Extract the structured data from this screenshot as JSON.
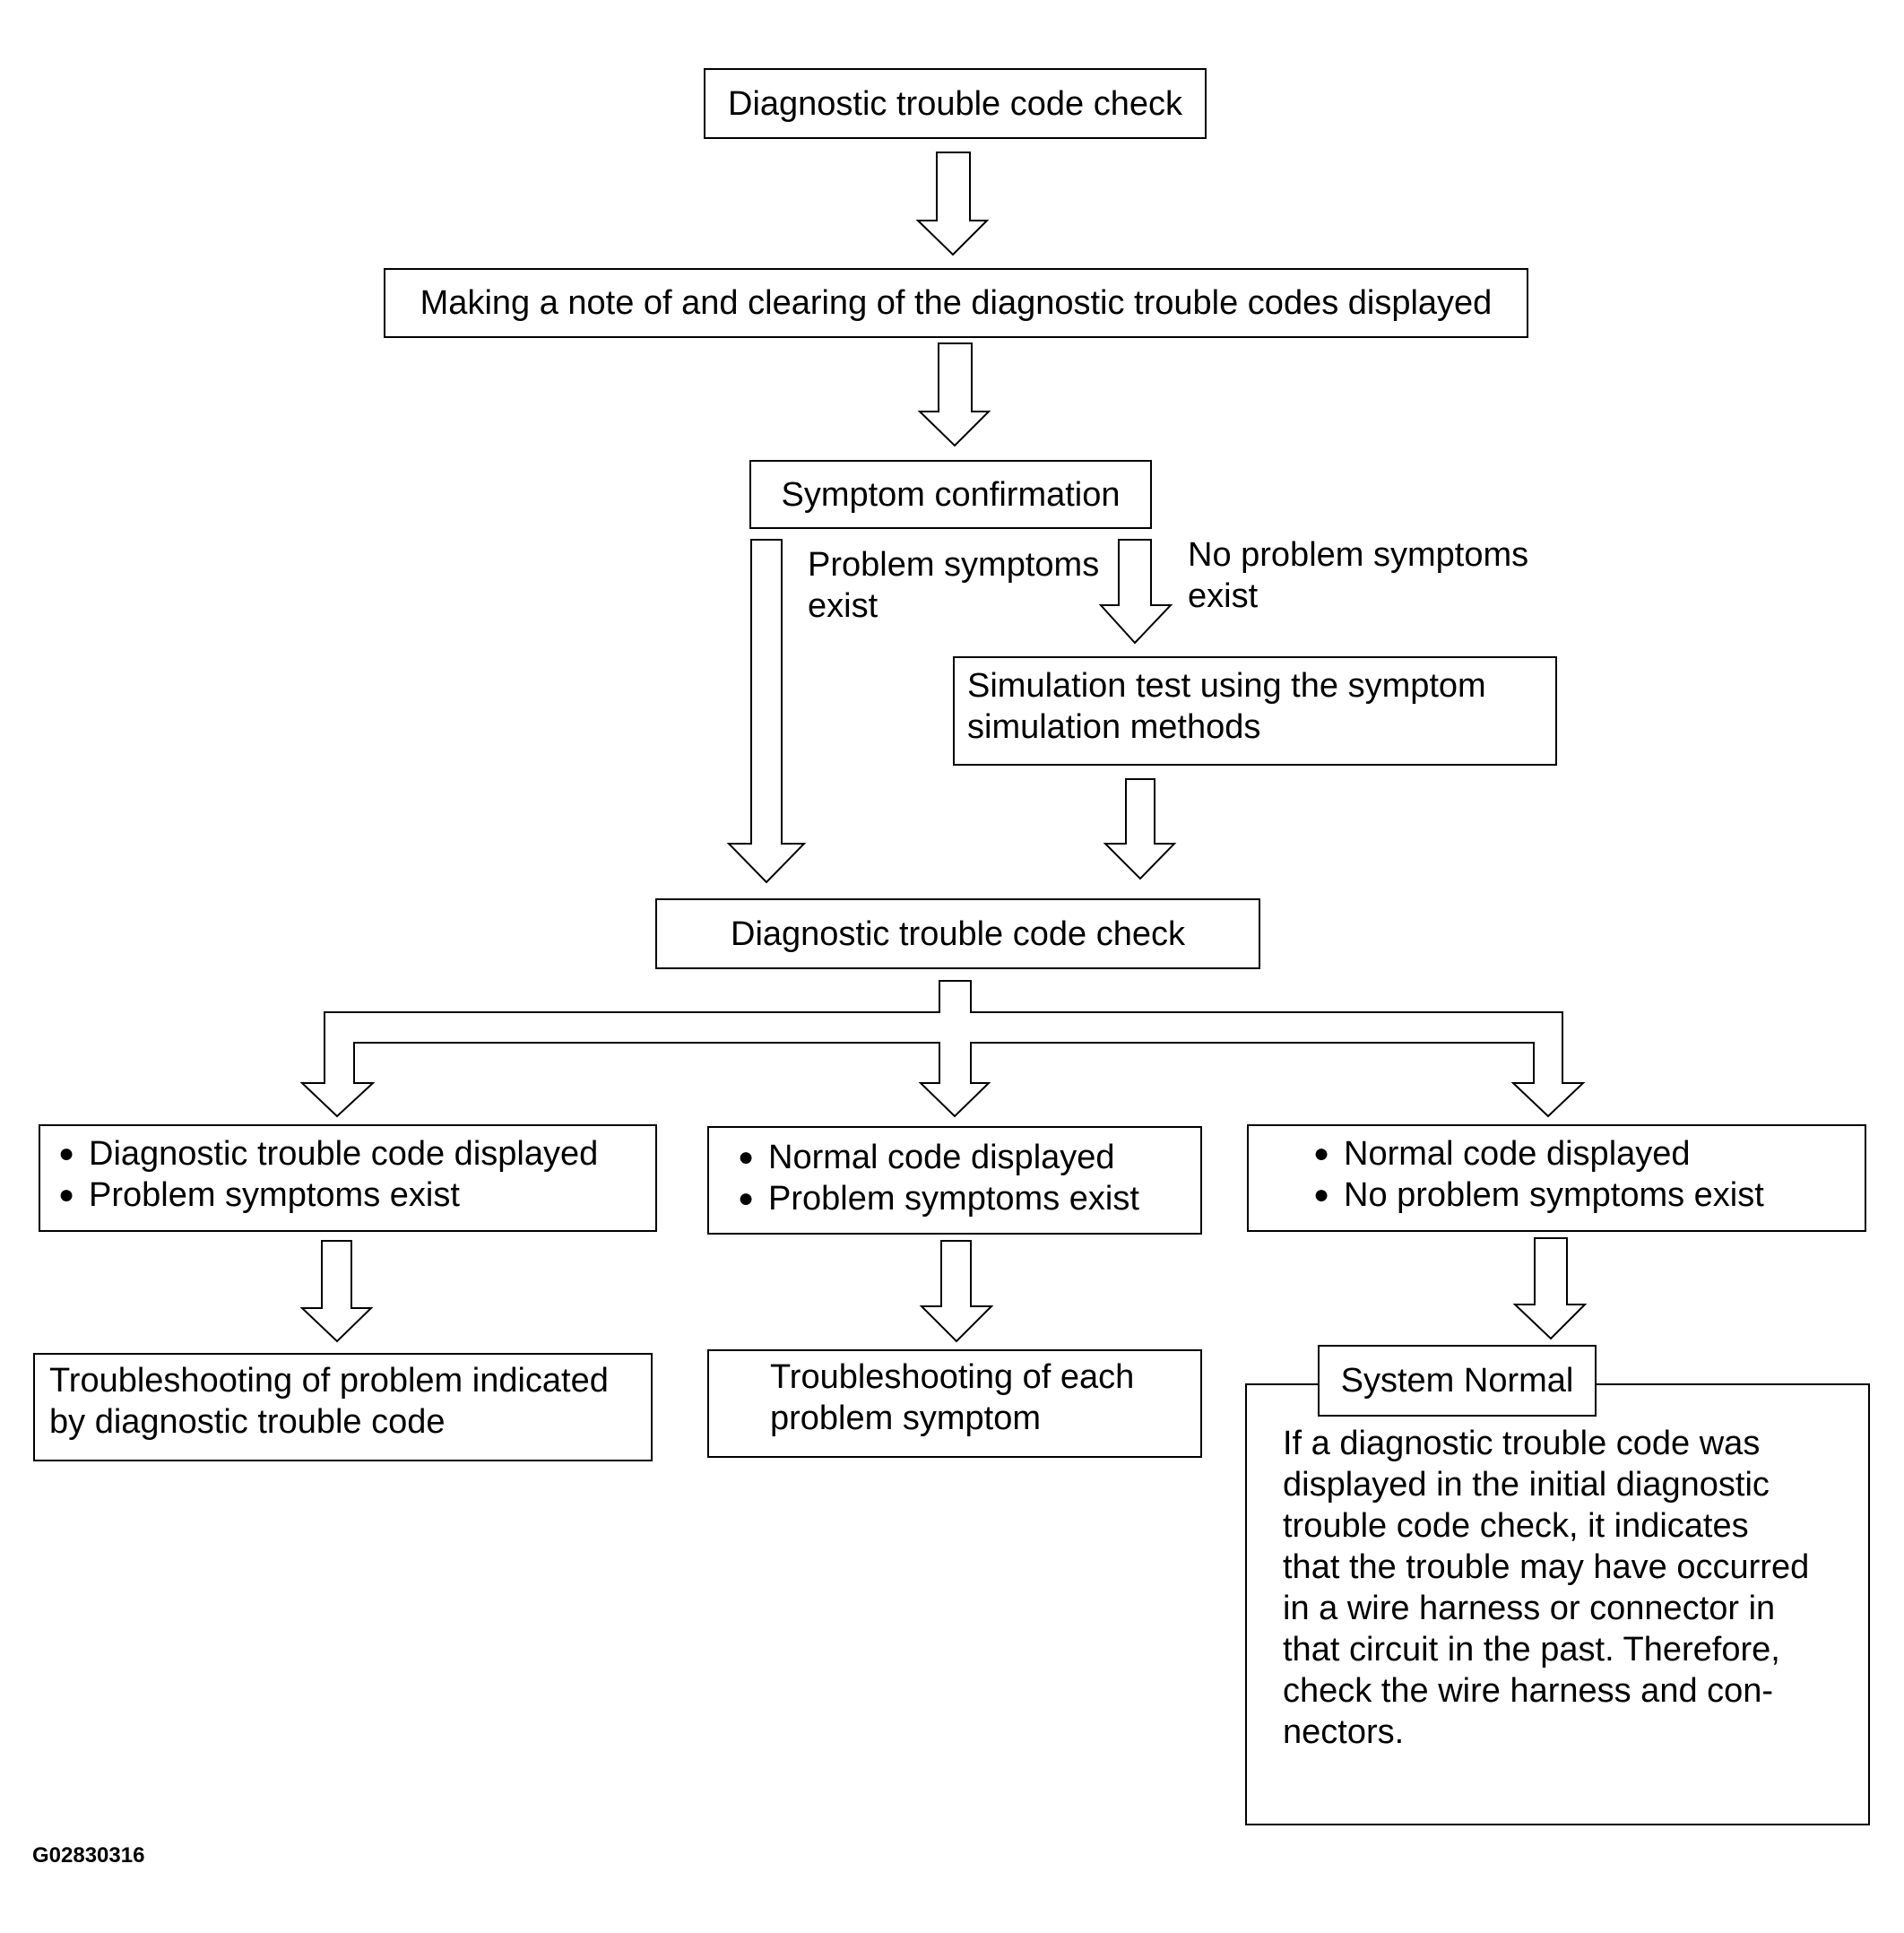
{
  "boxes": {
    "dtc_check_top": "Diagnostic trouble code check",
    "note_clearing": "Making a note of and clearing of the diagnostic trouble codes displayed",
    "symptom_confirmation": "Symptom confirmation",
    "simulation_test": [
      "Simulation test using the symptom",
      "simulation methods"
    ],
    "dtc_check_mid": "Diagnostic trouble code check",
    "branch_left": [
      "Diagnostic trouble code displayed",
      "Problem symptoms exist"
    ],
    "branch_middle": [
      "Normal code displayed",
      "Problem symptoms exist"
    ],
    "branch_right": [
      "Normal code displayed",
      "No problem symptoms exist"
    ],
    "result_left": [
      "Troubleshooting of problem indicated",
      "by diagnostic trouble code"
    ],
    "result_middle": [
      "Troubleshooting of each",
      "problem symptom"
    ],
    "system_normal_title": "System Normal",
    "system_normal_text": [
      "If a diagnostic trouble code was",
      "displayed in the initial diagnostic",
      "trouble code check, it indicates",
      "that the trouble may have occurred",
      "in a wire harness or connector in",
      "that circuit in the past. Therefore,",
      "check the wire harness and con-",
      "nectors."
    ]
  },
  "edge_labels": {
    "problem_exist": [
      "Problem symptoms",
      "exist"
    ],
    "no_problem_exist": [
      "No problem symptoms",
      "exist"
    ]
  },
  "bullet_glyph": "●",
  "figure_id": "G02830316"
}
